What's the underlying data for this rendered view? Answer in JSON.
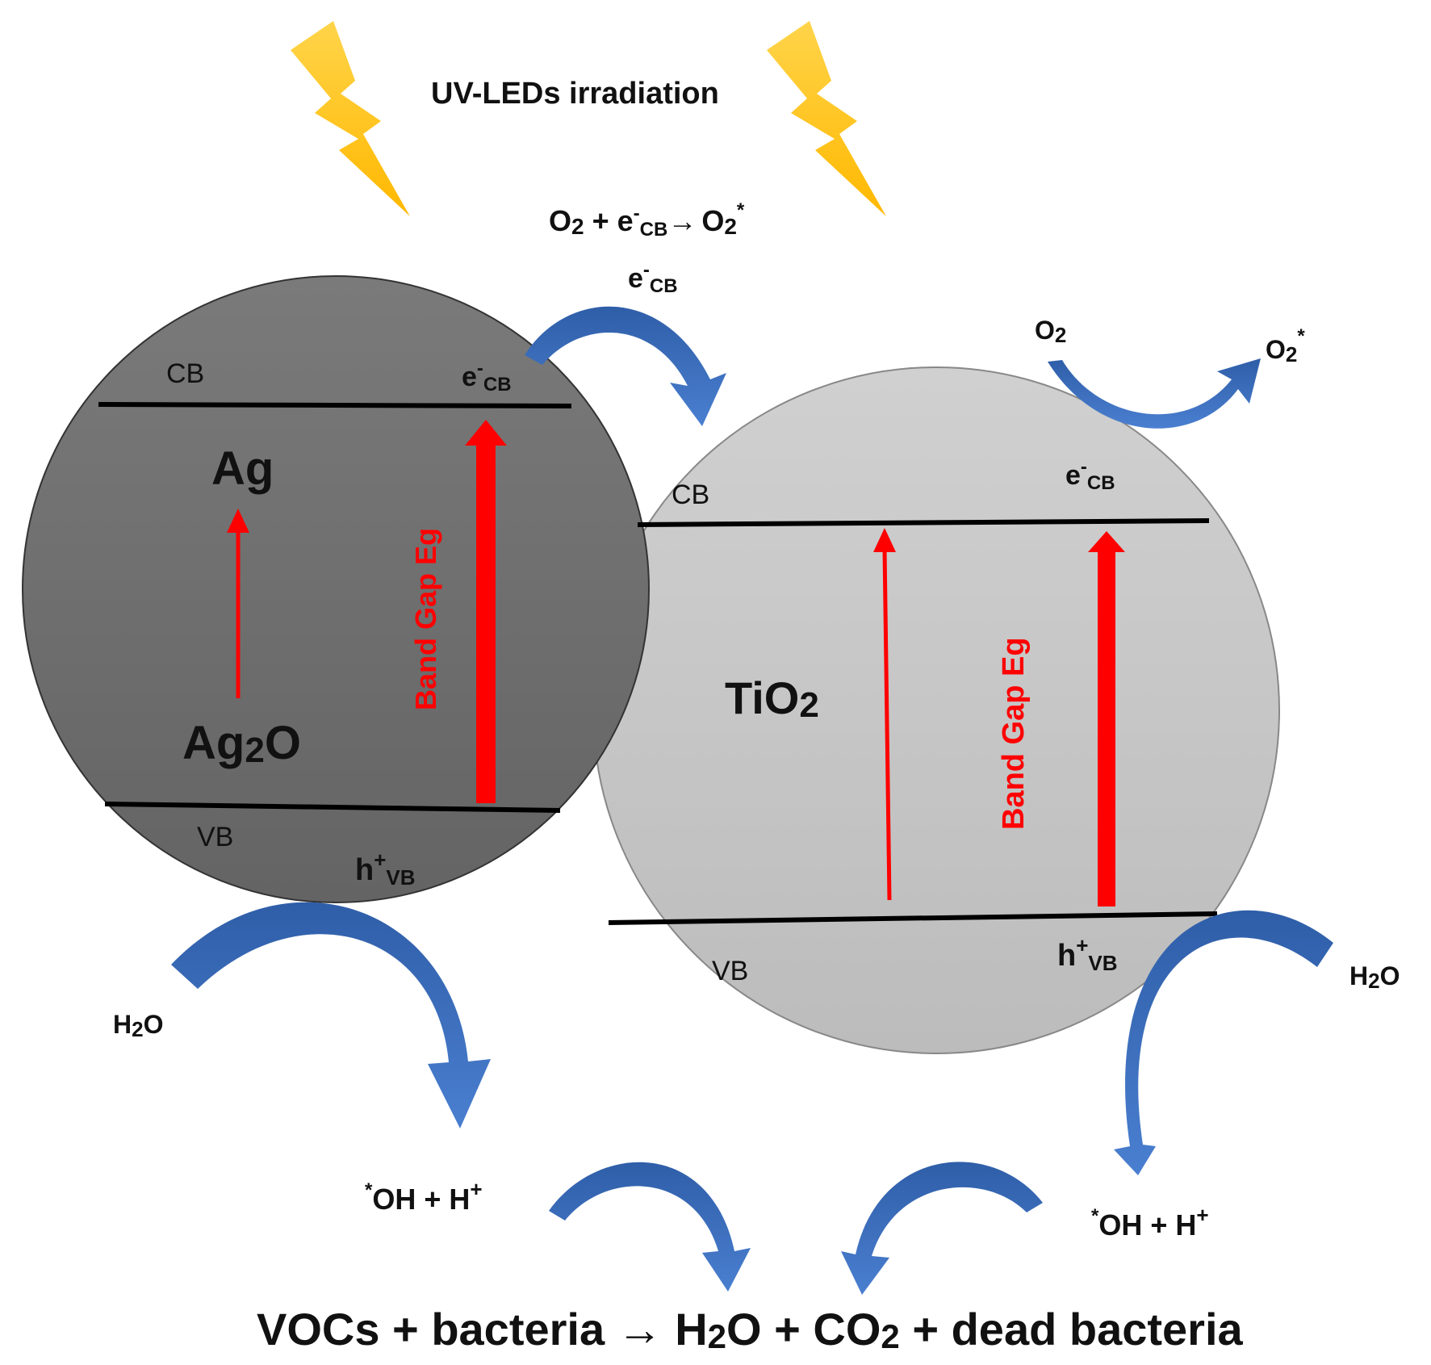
{
  "colors": {
    "ag2o_particle": "#6e6e6e",
    "tio2_particle": "#c4c4c4",
    "band_arrow": "#ff0000",
    "process_arrow": "#3d6fbf",
    "lightning": "#ffc000"
  },
  "icons": {
    "lightning": "lightning-bolt-icon",
    "curved_arrow": "curved-arrow-icon"
  },
  "title": {
    "irradiation": "UV-LEDs irradiation"
  },
  "top_reaction": {
    "o2": "O",
    "o2_sub": "2",
    "plus": " + ",
    "e": "e",
    "e_sup": "-",
    "e_sub": "CB",
    "arrow": "→",
    "prod": "O",
    "prod_sub": "2",
    "prod_sup": "*"
  },
  "transfer_label": {
    "e": "e",
    "sup": "-",
    "sub": "CB"
  },
  "ag2o": {
    "cb": "CB",
    "vb": "VB",
    "e_cb": {
      "e": "e",
      "sup": "-",
      "sub": "CB"
    },
    "h_vb": {
      "h": "h",
      "sup": "+",
      "sub": "VB"
    },
    "ag": "Ag",
    "ag2o": {
      "a": "Ag",
      "sub": "2",
      "b": "O"
    },
    "band_gap": "Band Gap Eg"
  },
  "tio2": {
    "cb": "CB",
    "vb": "VB",
    "e_cb": {
      "e": "e",
      "sup": "-",
      "sub": "CB"
    },
    "h_vb": {
      "h": "h",
      "sup": "+",
      "sub": "VB"
    },
    "name": {
      "a": "TiO",
      "sub": "2"
    },
    "band_gap": "Band Gap Eg"
  },
  "o2_right": {
    "o": "O",
    "sub": "2"
  },
  "o2star_right": {
    "o": "O",
    "sub": "2",
    "sup": "*"
  },
  "h2o_left": {
    "a": "H",
    "sub": "2",
    "b": "O"
  },
  "h2o_right": {
    "a": "H",
    "sub": "2",
    "b": "O"
  },
  "oh_left": {
    "sup": "*",
    "a": "OH + H",
    "sup2": "+"
  },
  "oh_right": {
    "sup": "*",
    "a": "OH + H",
    "sup2": "+"
  },
  "bottom_eq": {
    "a": "VOCs + bacteria → H",
    "sub1": "2",
    "b": "O + CO",
    "sub2": "2",
    "c": " + dead bacteria"
  }
}
